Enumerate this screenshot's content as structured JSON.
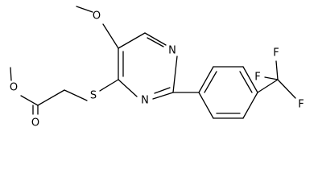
{
  "diagram": {
    "type": "chemical-structure",
    "atoms": {
      "o_methoxy_ring": "O",
      "n_upper": "N",
      "n_lower": "N",
      "s_thioether": "S",
      "o_ester_single": "O",
      "o_carbonyl": "O",
      "f_top": "F",
      "f_left": "F",
      "f_right": "F"
    }
  }
}
